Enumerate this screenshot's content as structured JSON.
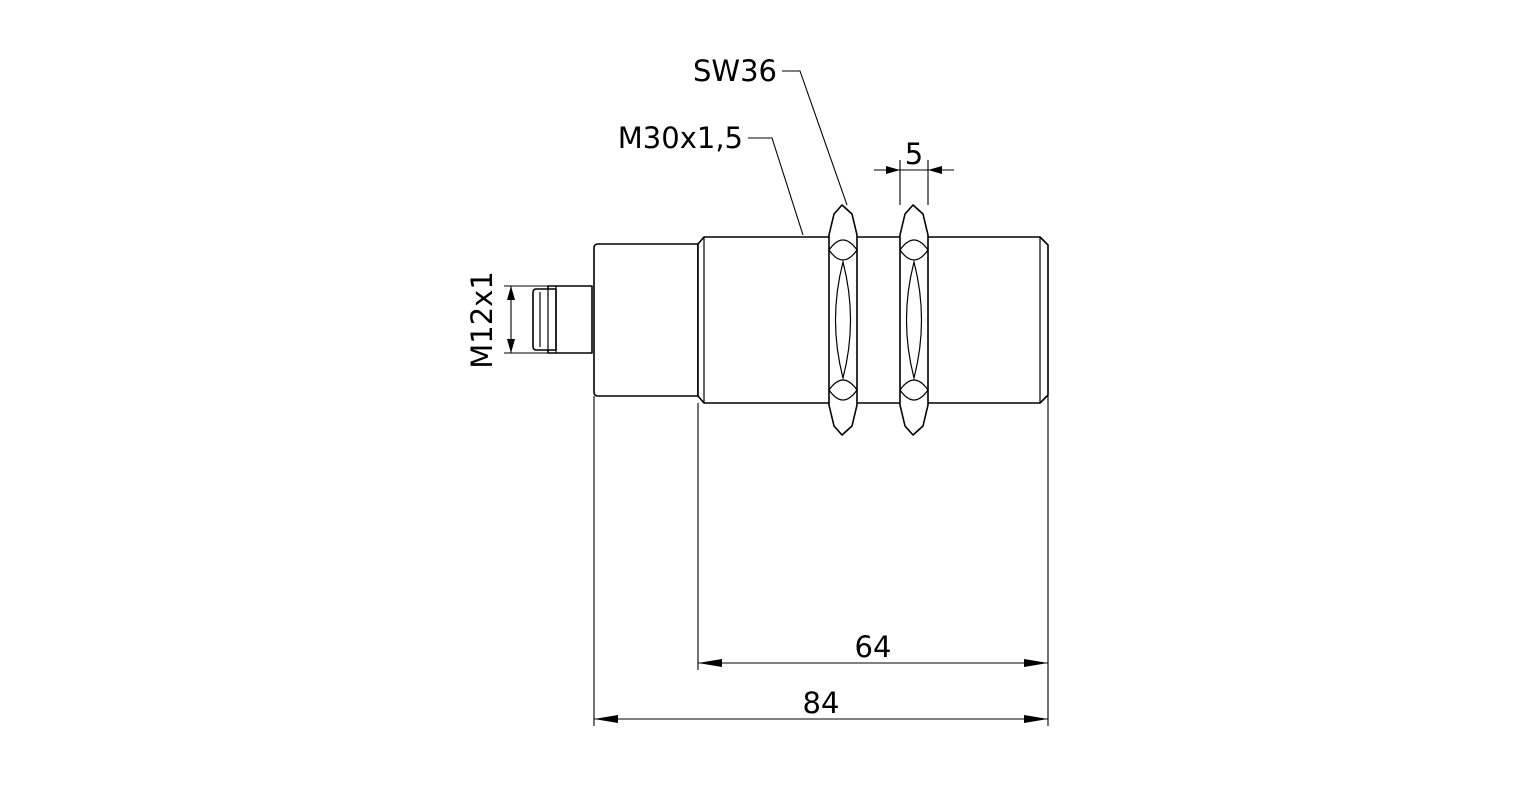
{
  "labels": {
    "wrench_size": "SW36",
    "thread": "M30x1,5",
    "nut_thickness": "5",
    "connector_thread": "M12x1",
    "thread_length": "64",
    "total_length": "84"
  }
}
